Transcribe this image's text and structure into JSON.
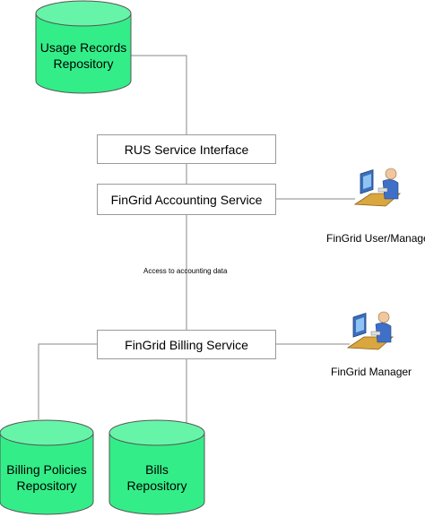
{
  "repositories": {
    "usage_records": {
      "line1": "Usage Records",
      "line2": "Repository"
    },
    "billing_policies": {
      "line1": "Billing Policies",
      "line2": "Repository"
    },
    "bills": {
      "line1": "Bills",
      "line2": "Repository"
    }
  },
  "services": {
    "rus_interface": "RUS Service Interface",
    "accounting": "FinGrid Accounting Service",
    "billing": "FinGrid Billing Service"
  },
  "connectors": {
    "accounting_to_billing": "Access to accounting data"
  },
  "actors": {
    "user_manager": {
      "label": "FinGrid User/Manage",
      "icon": "computer-user-icon"
    },
    "manager": {
      "label": "FinGrid Manager",
      "icon": "computer-user-icon"
    }
  },
  "colors": {
    "cylinder_fill": "#33ee88",
    "cylinder_top": "#66f5a8",
    "line": "#888888"
  }
}
